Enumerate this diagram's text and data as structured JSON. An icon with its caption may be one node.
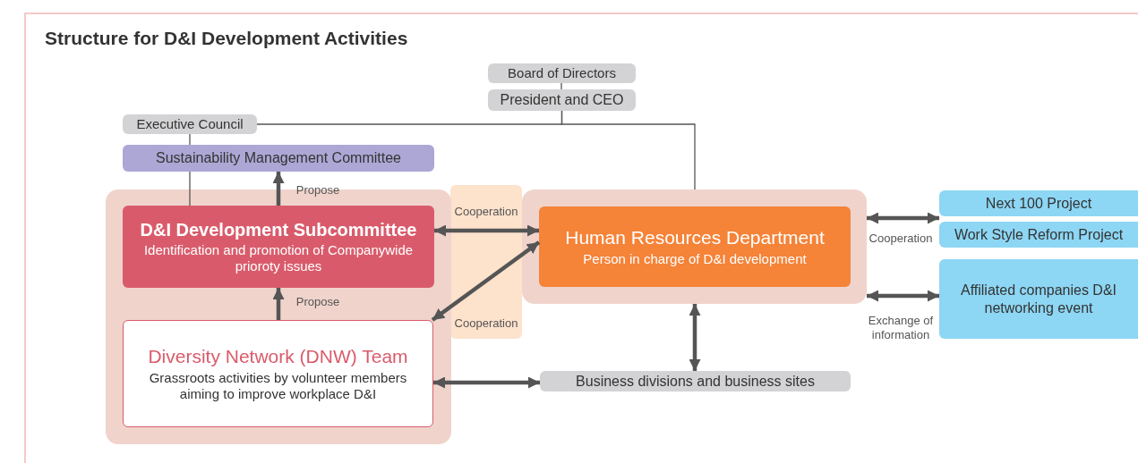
{
  "diagram": {
    "title": "Structure for D&I Development Activities",
    "nodes": [
      {
        "text": [
          "Board of Directors"
        ]
      },
      {
        "text": [
          "President and CEO"
        ]
      },
      {
        "text": [
          "Executive Council"
        ]
      },
      {
        "text": [
          "Sustainability Management Committee"
        ]
      },
      {
        "text": [],
        "shape": "box"
      },
      {
        "text": [
          "D&I Development Subcommittee",
          "Identification and promotion of Companywide prioroty issues"
        ],
        "in": 4
      },
      {
        "text": [
          "Diversity Network (DNW) Team",
          "Grassroots activities by volunteer members aiming to improve workplace D&I"
        ],
        "in": 4
      },
      {
        "text": [],
        "shape": "box"
      },
      {
        "text": [
          "Human Resources Department",
          "Person in charge of D&I development"
        ],
        "in": 7
      },
      {
        "text": [
          "Next 100 Project"
        ]
      },
      {
        "text": [
          "Work Style Reform Project"
        ]
      },
      {
        "text": [
          "Affiliated companies D&I networking event"
        ]
      },
      {
        "text": [
          "Business divisions and business sites"
        ]
      }
    ],
    "edges": [
      {
        "from": 0,
        "to": 1,
        "arrow": "none"
      },
      {
        "from": 1,
        "to": 2,
        "arrow": "none"
      },
      {
        "from": 1,
        "to": 7,
        "arrow": "none"
      },
      {
        "from": 2,
        "to": 3,
        "arrow": "none"
      },
      {
        "from": 3,
        "to": 5,
        "arrow": "none"
      },
      {
        "from": 5,
        "to": 3,
        "arrow": "to",
        "label": "Propose"
      },
      {
        "from": 6,
        "to": 5,
        "arrow": "to",
        "label": "Propose"
      },
      {
        "from": 5,
        "to": 8,
        "arrow": "both",
        "label": "Cooperation"
      },
      {
        "from": 6,
        "to": 8,
        "arrow": "both",
        "label": "Cooperation"
      },
      {
        "from": 7,
        "to": 12,
        "arrow": "both"
      },
      {
        "from": 6,
        "to": 12,
        "arrow": "both"
      },
      {
        "from": 7,
        "to": 9,
        "arrow": "both",
        "label": "Cooperation"
      },
      {
        "from": 7,
        "to": 10,
        "arrow": "both"
      },
      {
        "from": 7,
        "to": 11,
        "arrow": "both",
        "label": "Exchange of information"
      }
    ]
  }
}
